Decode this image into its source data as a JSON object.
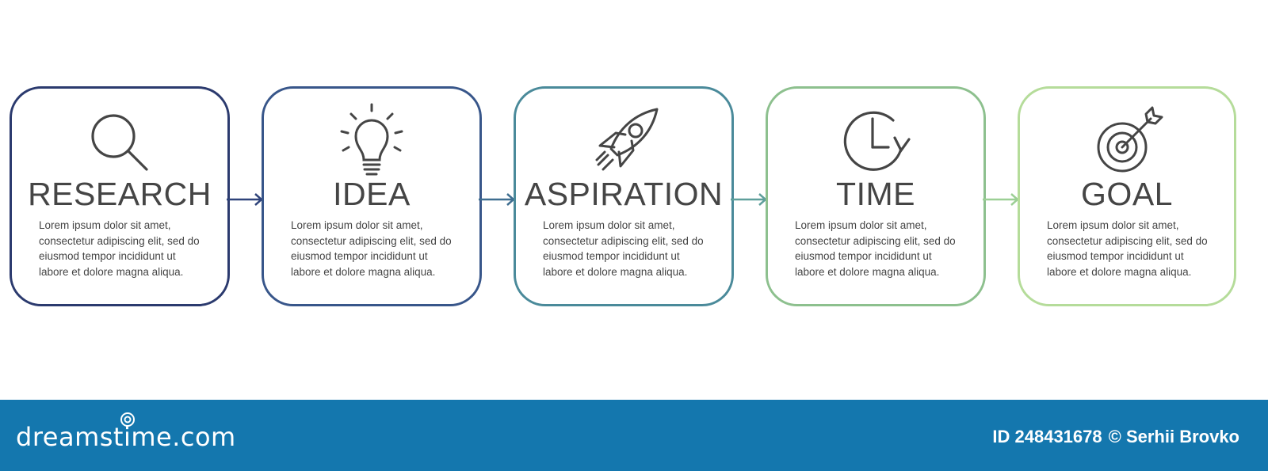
{
  "colors": {
    "step1": "#2b3a6e",
    "step2": "#38568a",
    "step3": "#4a8a9a",
    "step4": "#8dc08e",
    "step5": "#b5dc9a",
    "footer": "#1477ae",
    "text": "#454545"
  },
  "steps": [
    {
      "title": "RESEARCH",
      "icon": "magnifier-icon",
      "lines": [
        "Lorem ipsum dolor sit amet,",
        "consectetur adipiscing elit, sed do",
        "eiusmod tempor incididunt ut",
        "labore et dolore magna aliqua."
      ]
    },
    {
      "title": "IDEA",
      "icon": "lightbulb-icon",
      "lines": [
        "Lorem ipsum dolor sit amet,",
        "consectetur adipiscing elit, sed do",
        "eiusmod tempor incididunt ut",
        "labore et dolore magna aliqua."
      ]
    },
    {
      "title": "ASPIRATION",
      "icon": "rocket-icon",
      "lines": [
        "Lorem ipsum dolor sit amet,",
        "consectetur adipiscing elit, sed do",
        "eiusmod tempor incididunt ut",
        "labore et dolore magna aliqua."
      ]
    },
    {
      "title": "TIME",
      "icon": "clock-icon",
      "lines": [
        "Lorem ipsum dolor sit amet,",
        "consectetur adipiscing elit, sed do",
        "eiusmod tempor incididunt ut",
        "labore et dolore magna aliqua."
      ]
    },
    {
      "title": "GOAL",
      "icon": "target-icon",
      "lines": [
        "Lorem ipsum dolor sit amet,",
        "consectetur adipiscing elit, sed do",
        "eiusmod tempor incididunt ut",
        "labore et dolore magna aliqua."
      ]
    }
  ],
  "footer": {
    "logo": "dreamstime.com",
    "id_label": "ID 248431678",
    "copyright": "© Serhii Brovko"
  }
}
